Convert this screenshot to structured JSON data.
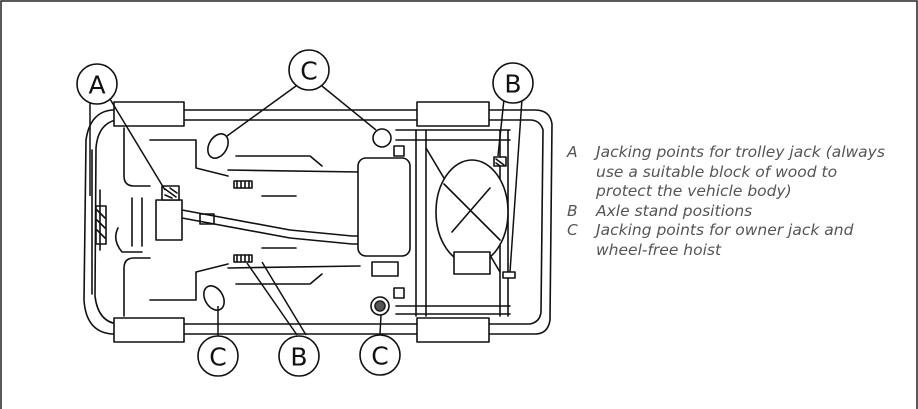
{
  "callouts": {
    "a_top": "A",
    "b_top": "B",
    "c_top": "C",
    "c_bottom_left": "C",
    "b_bottom": "B",
    "c_bottom_right": "C"
  },
  "legend": [
    {
      "key": "A",
      "text": "Jacking points for trolley jack (always use a suitable block of wood to protect the vehicle body)"
    },
    {
      "key": "B",
      "text": "Axle stand positions"
    },
    {
      "key": "C",
      "text": "Jacking points for owner jack and wheel-free hoist"
    }
  ]
}
